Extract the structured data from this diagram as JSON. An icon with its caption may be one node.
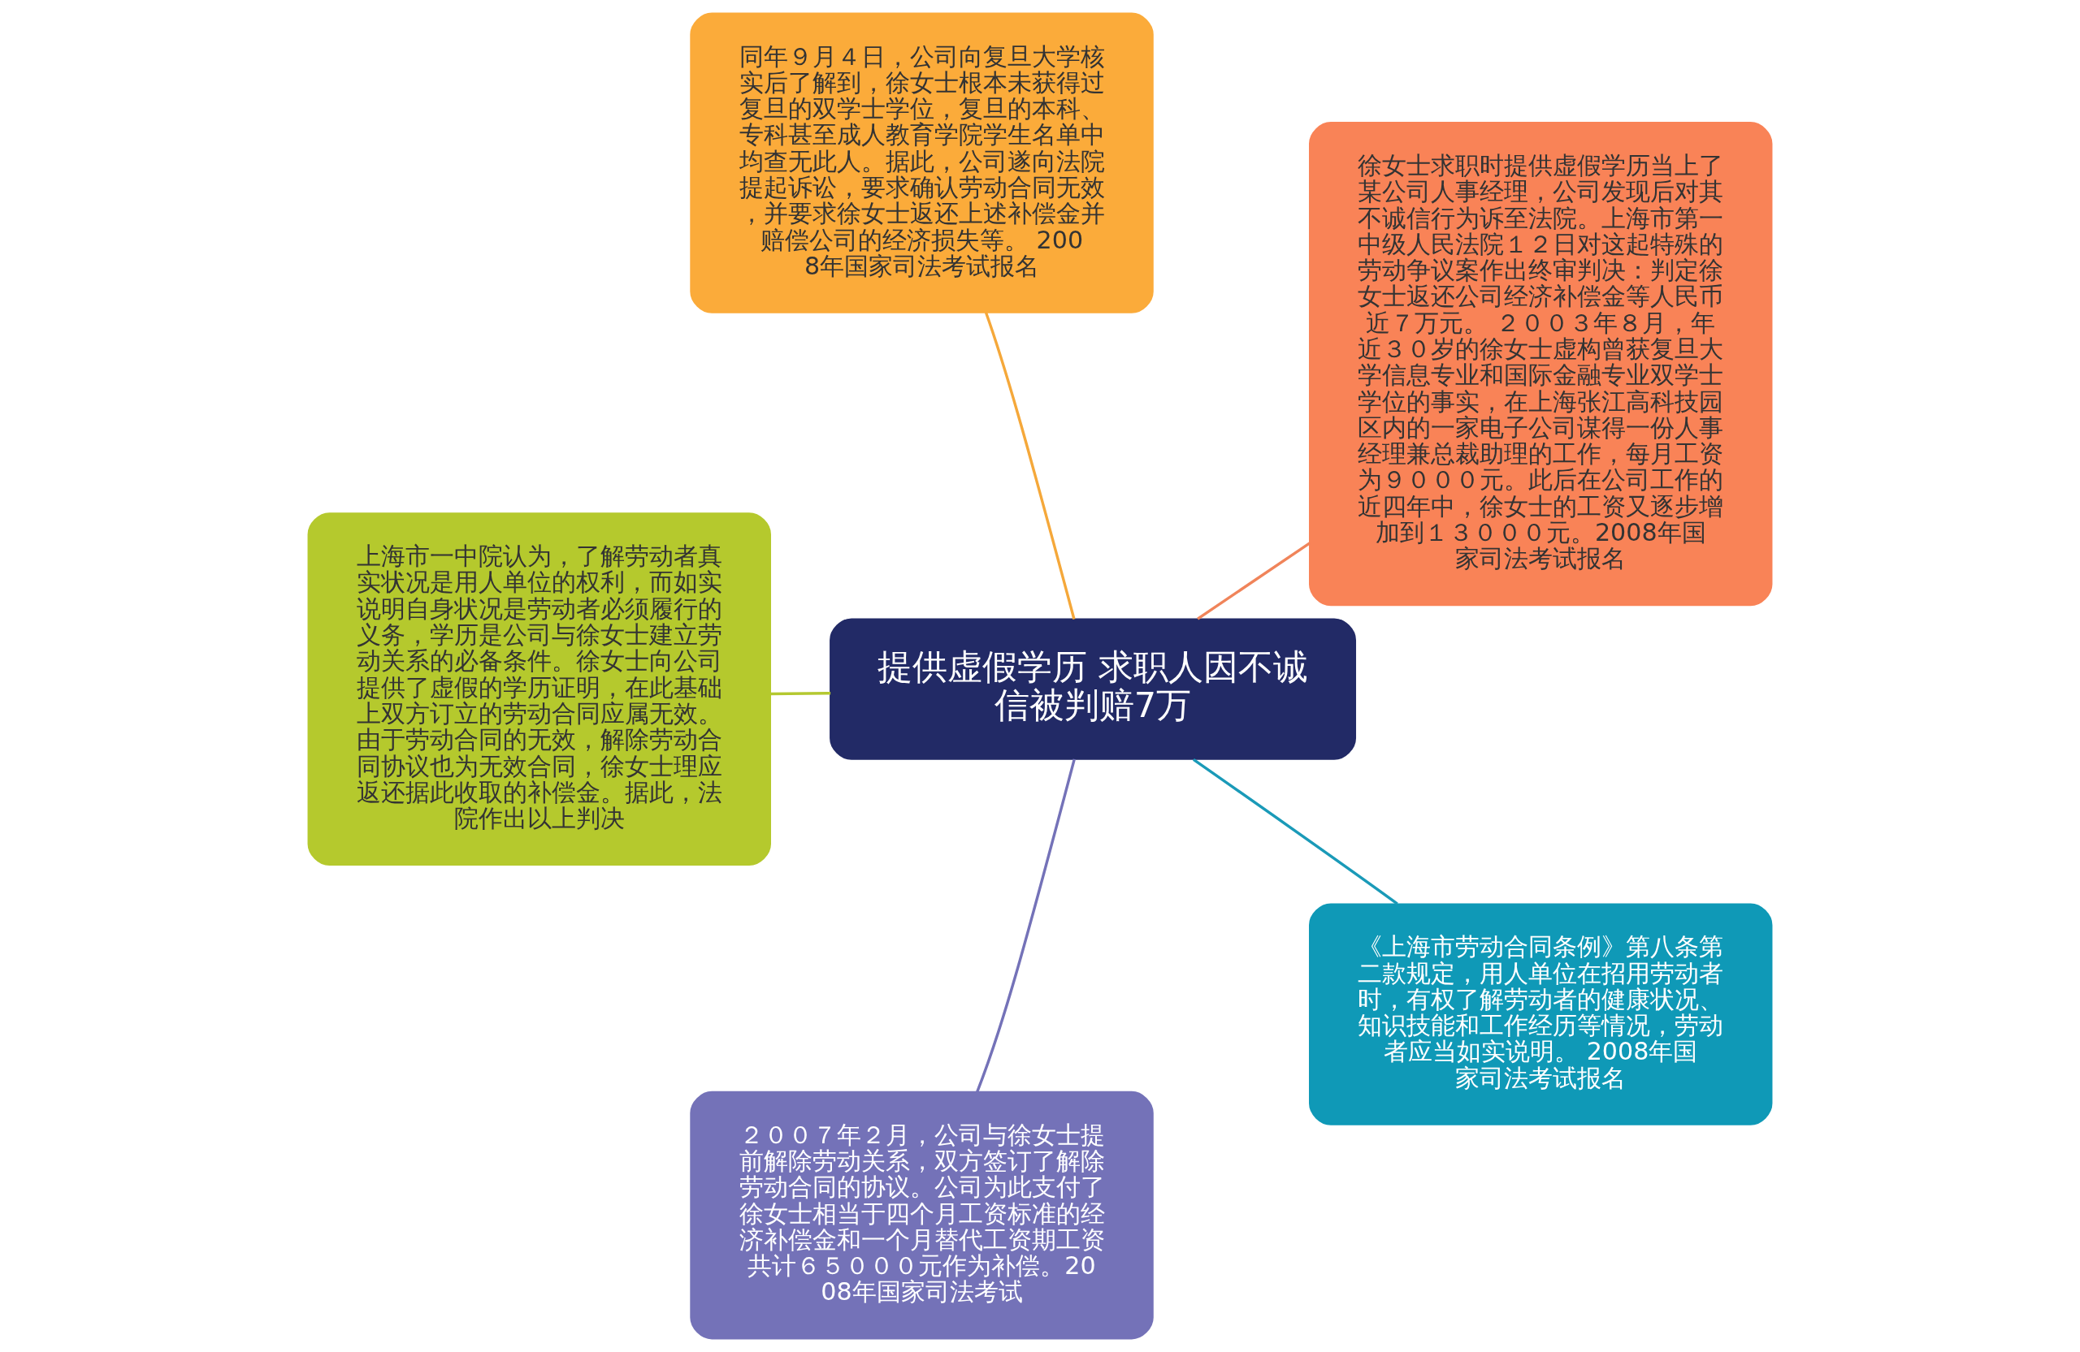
{
  "diagram": {
    "nodes": [
      {
        "text": [
          "提供虚假学历 求职人因不诚信被判赔7万"
        ]
      },
      {
        "text": [
          "徐女士求职时提供虚假学历当上了某公司人事经理，公司发现后对其不诚信行为诉至法院。上海市第一中级人民法院１２日对这起特殊的劳动争议案作出终审判决：判定徐女士返还公司经济补偿金等人民币近７万元。 ２００３年８月，年近３０岁的徐女士虚构曾获复旦大学信息专业和国际金融专业双学士学位的事实，在上海张江高科技园区内的一家电子公司谋得一份人事经理兼总裁助理的工作，每月工资为９０００元。此后在公司工作的近四年中，徐女士的工资又逐步增加到１３０００元。2008年国家司法考试报名"
        ]
      },
      {
        "text": [
          "同年９月４日，公司向复旦大学核实后了解到，徐女士根本未获得过复旦的双学士学位，复旦的本科、专科甚至成人教育学院学生名单中均查无此人。据此，公司遂向法院提起诉讼，要求确认劳动合同无效，并要求徐女士返还上述补偿金并赔偿公司的经济损失等。 2008年国家司法考试报名"
        ]
      },
      {
        "text": [
          "上海市一中院认为，了解劳动者真实状况是用人单位的权利，而如实说明自身状况是劳动者必须履行的义务，学历是公司与徐女士建立劳动关系的必备条件。徐女士向公司提供了虚假的学历证明，在此基础上双方订立的劳动合同应属无效。由于劳动合同的无效，解除劳动合同协议也为无效合同，徐女士理应返还据此收取的补偿金。据此，法院作出以上判决"
        ]
      },
      {
        "text": [
          "２００７年２月，公司与徐女士提前解除劳动关系，双方签订了解除劳动合同的协议。公司为此支付了徐女士相当于四个月工资标准的经济补偿金和一个月替代工资期工资共计６５０００元作为补偿。2008年国家司法考试"
        ]
      },
      {
        "text": [
          "《上海市劳动合同条例》第八条第二款规定，用人单位在招用劳动者时，有权了解劳动者的健康状况、知识技能和工作经历等情况，劳动者应当如实说明。 2008年国家司法考试报名"
        ]
      }
    ],
    "edges": [
      {
        "from": 0,
        "to": 1,
        "arrow": "none",
        "color": "#f0845a"
      },
      {
        "from": 0,
        "to": 2,
        "arrow": "none",
        "color": "#f5a83a"
      },
      {
        "from": 0,
        "to": 3,
        "arrow": "none",
        "color": "#b4c830"
      },
      {
        "from": 0,
        "to": 4,
        "arrow": "none",
        "color": "#7472b8"
      },
      {
        "from": 0,
        "to": 5,
        "arrow": "none",
        "color": "#1a9ab8"
      }
    ]
  }
}
